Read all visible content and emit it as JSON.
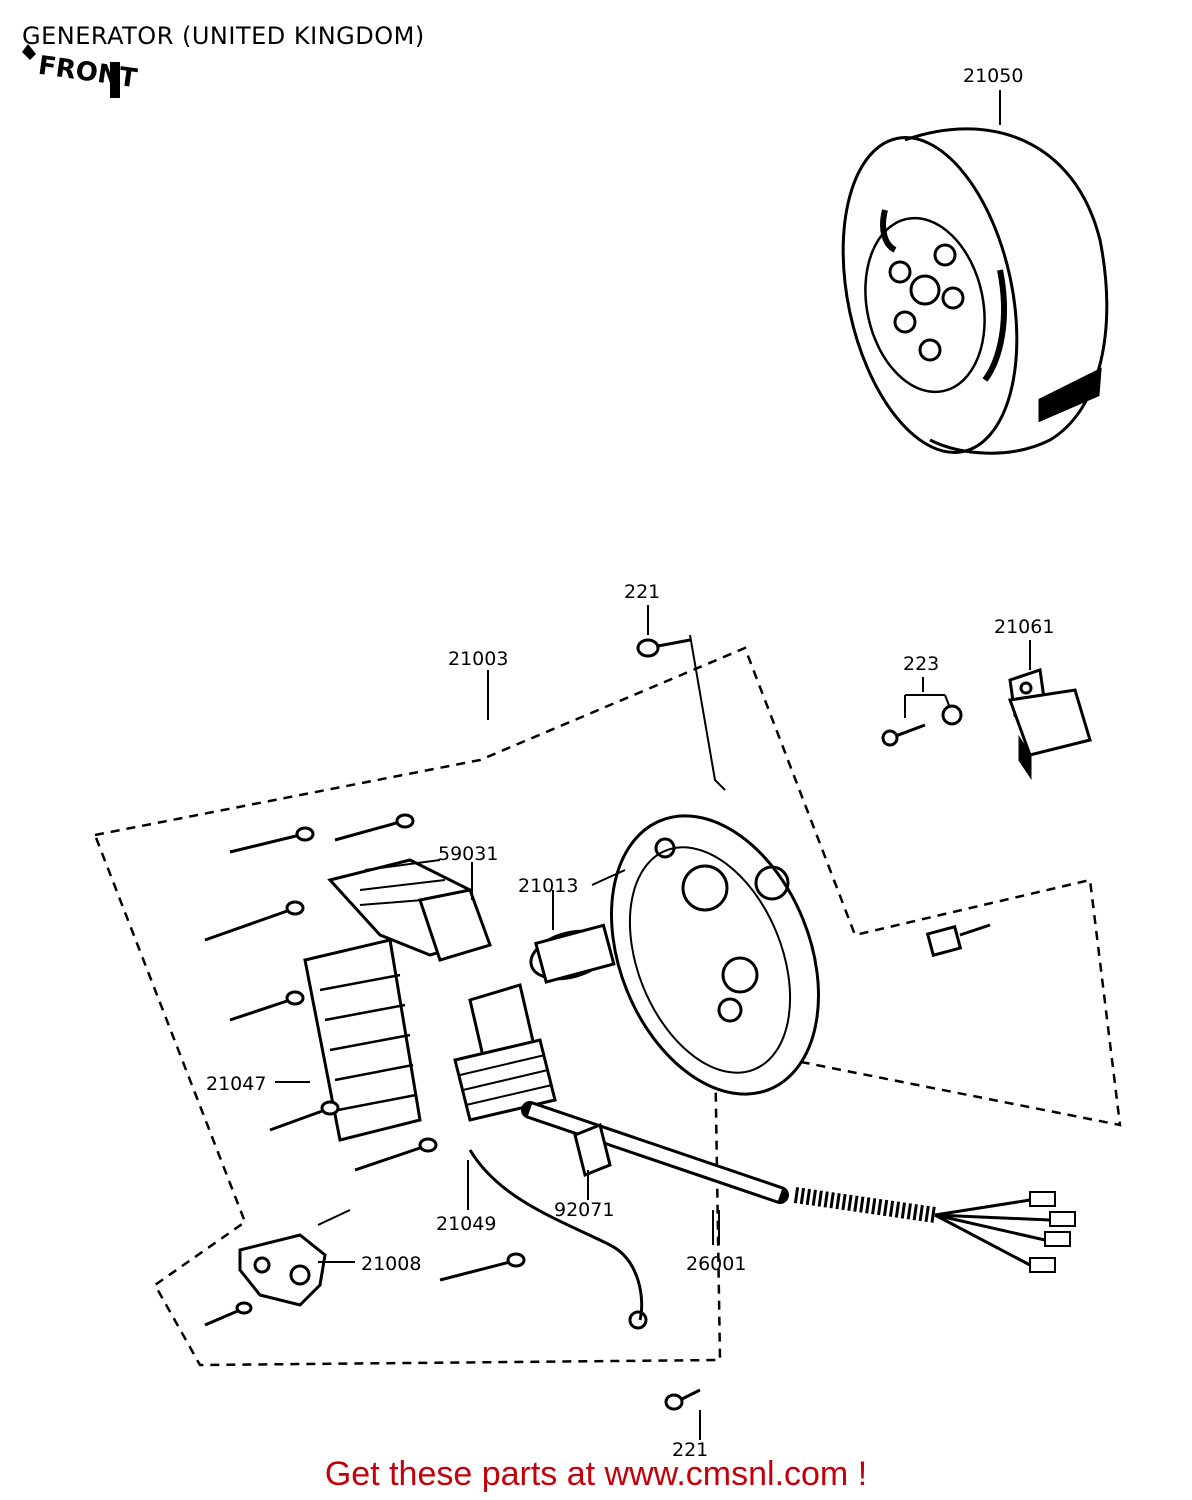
{
  "title": "GENERATOR (UNITED KINGDOM)",
  "front_marker": "FRONT",
  "callouts": {
    "rotor": "21050",
    "bolt_top": "221",
    "bolt_bottom": "221",
    "stator_assy": "21003",
    "bolt_washer": "223",
    "regulator": "21061",
    "coil_59031": "59031",
    "condenser": "21013",
    "coil_21047": "21047",
    "breaker_plate": "21049",
    "clamp": "92071",
    "harness": "26001",
    "contact_breaker": "21008"
  },
  "footer": {
    "text": "Get these parts at www.cmsnl.com !",
    "color": "#c4000a"
  }
}
